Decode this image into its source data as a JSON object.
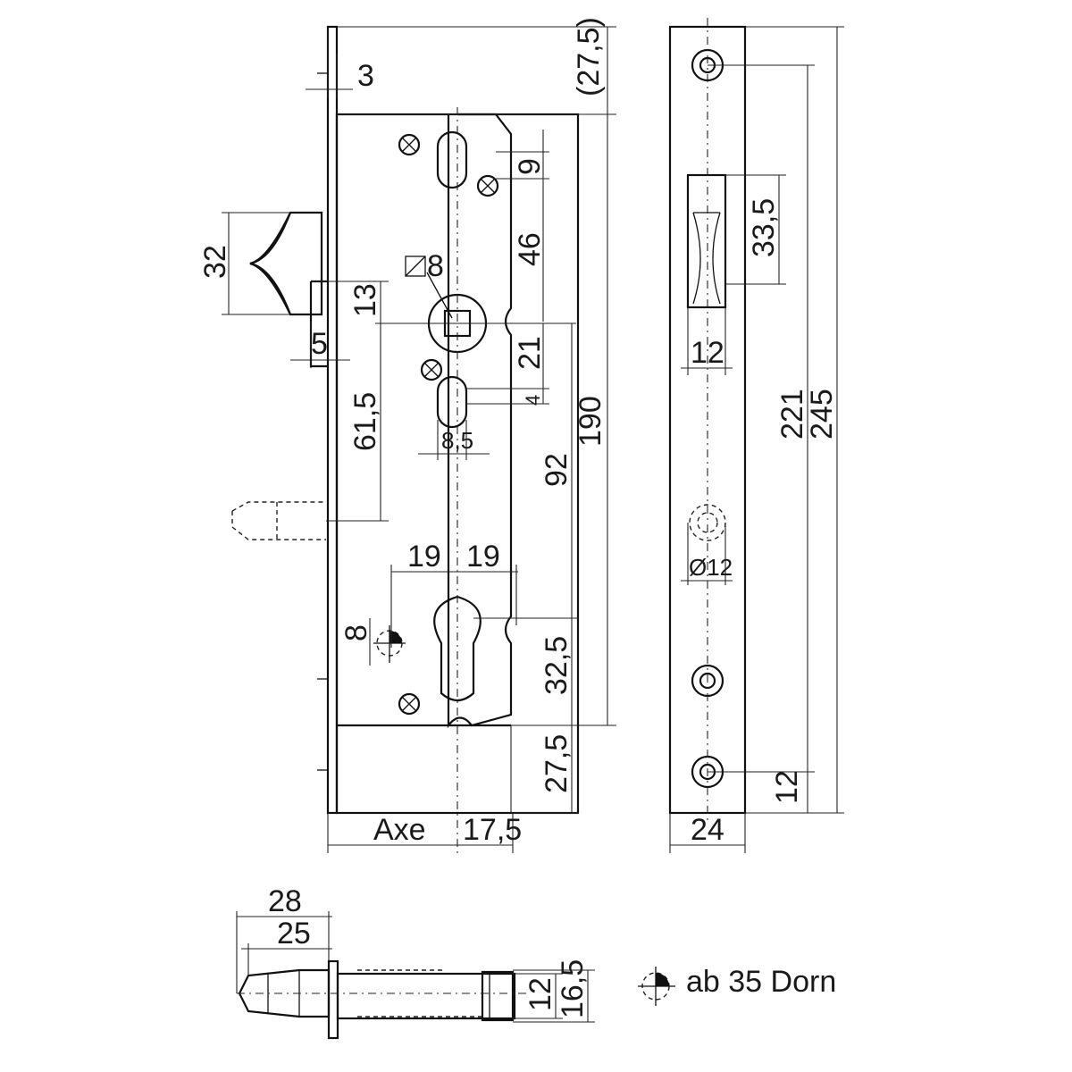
{
  "diagram": {
    "front_view": {
      "dimensions": {
        "faceplate_thickness": "3",
        "top_offset": "(27,5)",
        "screw_spacing_9": "9",
        "follower_offset_46": "46",
        "square_follower": "8",
        "latch_height": "32",
        "latch_gap": "13",
        "latch_projection": "5",
        "follower_to_bolt": "61,5",
        "follower_to_slot": "21",
        "slot_offset": "4",
        "slot_width": "8,5",
        "overall_case_height": "190",
        "backset_spacing": "92",
        "cylinder_half_left": "19",
        "cylinder_half_right": "19",
        "dorn_offset": "8",
        "cylinder_height": "32,5",
        "bottom_offset": "27,5",
        "axe_label": "Axe",
        "axe_distance": "17,5"
      }
    },
    "side_view": {
      "dimensions": {
        "latch_window_height": "33,5",
        "latch_window_width": "12",
        "cylinder_hole": "Ø12",
        "hole_spacing": "221",
        "faceplate_length": "245",
        "bottom_hole_offset": "12",
        "faceplate_width": "24"
      }
    },
    "bolt_view": {
      "dimensions": {
        "bolt_total_length": "28",
        "bolt_head_length": "25",
        "bolt_diameter": "12",
        "bolt_flange_diameter": "16,5"
      }
    },
    "legend": {
      "note": "ab 35 Dorn"
    }
  }
}
